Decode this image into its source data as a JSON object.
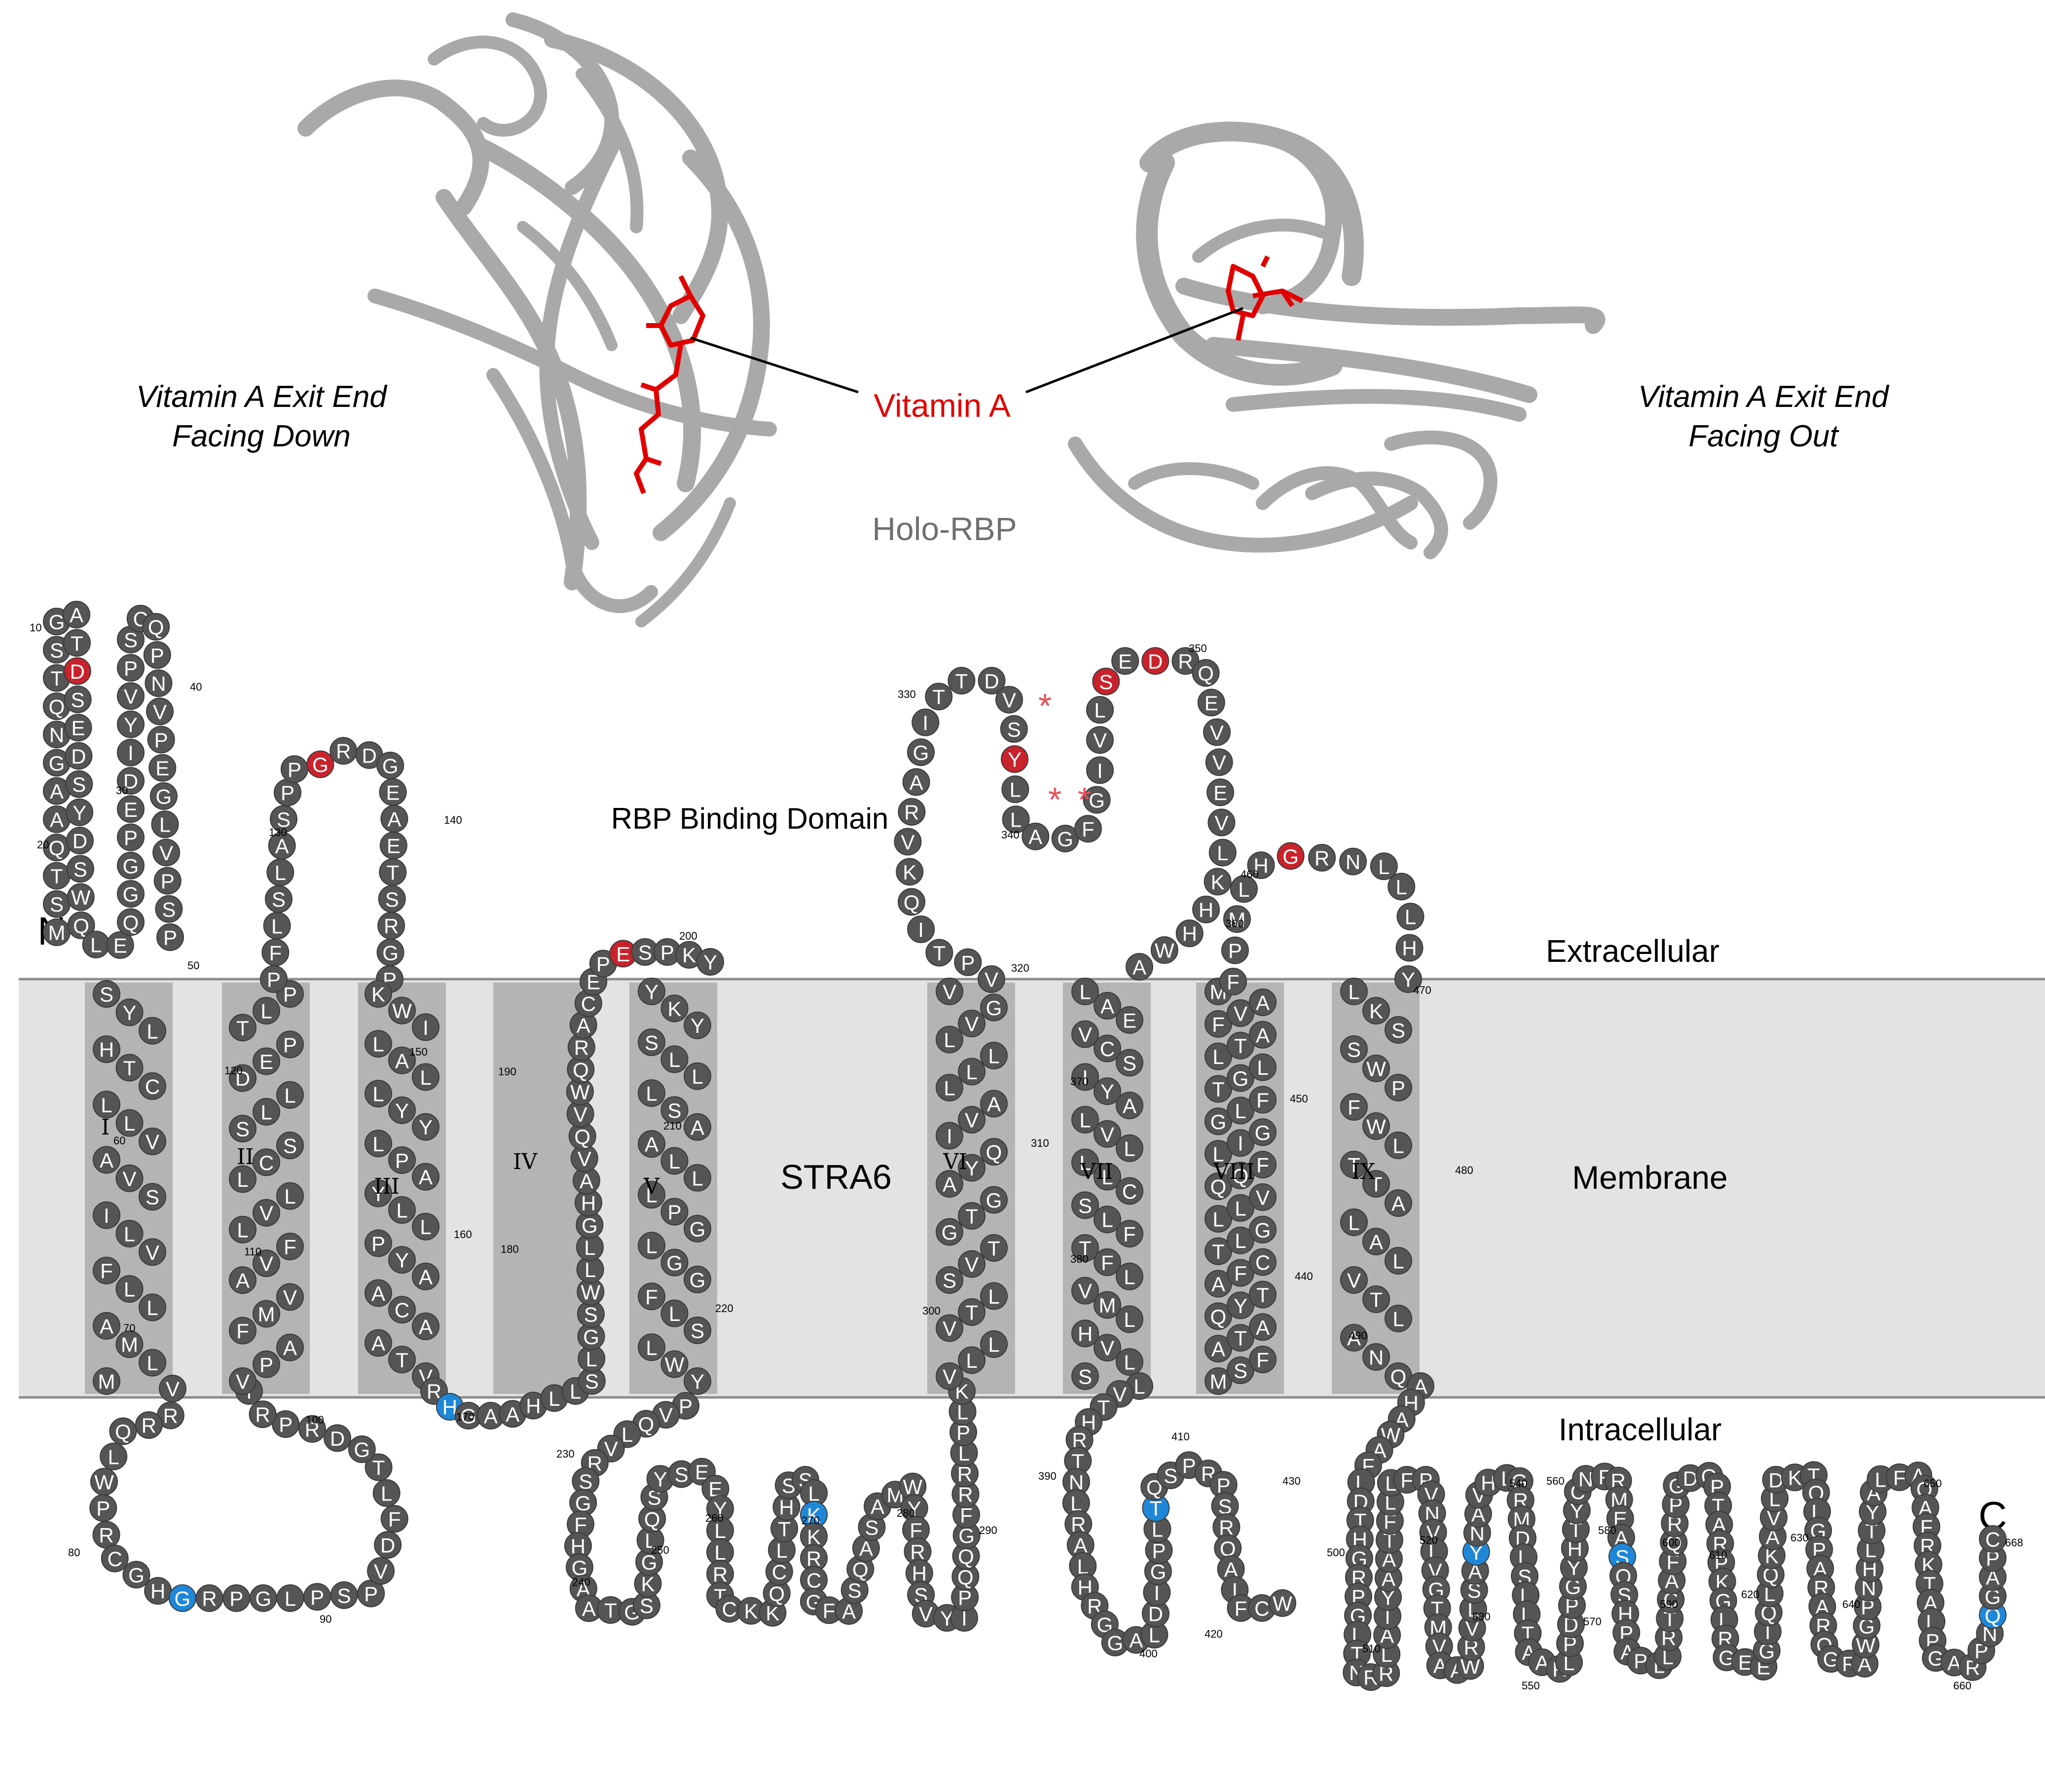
{
  "labels": {
    "exit_down": [
      "Vitamin A Exit End",
      "Facing Down"
    ],
    "exit_out": [
      "Vitamin A Exit End",
      "Facing Out"
    ],
    "vitamin_a": "Vitamin A",
    "holo_rbp": "Holo-RBP",
    "rbp_binding_domain": "RBP Binding Domain",
    "extracellular": "Extracellular",
    "membrane": "Membrane",
    "intracellular": "Intracellular",
    "protein": "STRA6",
    "n_term": "N",
    "c_term": "C"
  },
  "helix_numerals": [
    "I",
    "II",
    "III",
    "IV",
    "V",
    "VI",
    "VII",
    "VIII",
    "IX"
  ],
  "colors": {
    "residue": "#555555",
    "highlight_red": "#c8232c",
    "highlight_blue": "#1f87d8",
    "membrane": "#e3e3e3",
    "helix_band": "#b4b4b4",
    "ribbon": "#a9a9a9",
    "ligand": "#e00000",
    "asterisk": "#e8505a"
  },
  "markers": {
    "asterisk": "*"
  },
  "segments": [
    {
      "id": "n-term",
      "seq": "MSTQAAGNQTSGATDSEDSYDSWQLEQGGPEDIYVPSCQPNVPEGLVPSP"
    },
    {
      "id": "tm1",
      "seq": "SYLHTCLLVAVSILVFLLAMLM"
    },
    {
      "id": "loop-1",
      "seq": "VRRQLWPRCGHGRPGLPSPVDFLTGDRPRT"
    },
    {
      "id": "tm2",
      "seq": "VPAFMVAVFLVLLCSSLLDEPTLP"
    },
    {
      "id": "loop-2",
      "seq": "PFLSLASPPGRDGEAETSRGP"
    },
    {
      "id": "tm3",
      "seq": "KWILALLYYLPAYLLPYAACAATV"
    },
    {
      "id": "loop-3",
      "seq": "RHGAAHLLSLGSWLLGHAVQVWQRACEPESPKY"
    },
    {
      "id": "tm5",
      "seq": "YKYSLLLSAALLLPGLGGFLSLWY"
    },
    {
      "id": "loop-4",
      "seq": "PVQLVRSGFHGAATGSKGLQSYSEEYLLRTCKKQCLTHSSLKKRCGFASQASAMWYFRHSVY"
    },
    {
      "id": "loop-4b",
      "seq": "IPQQGFRRLPLK"
    },
    {
      "id": "tm6",
      "seq": "VLLVTLSVTGTGAYQIVALLLLVGV"
    },
    {
      "id": "loop-5",
      "seq": "VPTIQKVRAGITTDVSYLLAGFGIVLSEDRQEVVEVLKHHWA"
    },
    {
      "id": "tm7",
      "seq": "LAEVCSIYALVLLLCSLFTFLVMLHVLS"
    },
    {
      "id": "loop-6",
      "seq": "LVTHRTNLRALHRGGALDIGPLTQSPRPSRQAIFCW"
    },
    {
      "id": "tm8",
      "seq": "MSFATAQYTAFCTLGLLVQQFLIGGLFTGLLTAFVAM"
    },
    {
      "id": "loop-7",
      "seq": "FPMLHGRNLLLHY"
    },
    {
      "id": "tm9",
      "seq": "LKSSWPFWLTTALALVTLANQ"
    },
    {
      "id": "c-term",
      "seq": "AHAWAFLDTHGRPGLTNRRLAIYAATFLLFPVNVLVGTMVAAWRVLSAYNAVHLGRMDLSLLTAARLPDPGYHTYCNFRMEASQSHPAPLLRTCAFQRPGDQPTARPKGLRGEEGIQLQKAVLDKTQLGPARARQGRAWGPNHLTYALFAQAFRKTALPGARPNQGAPC"
    }
  ],
  "residue_numbers": [
    "10",
    "20",
    "30",
    "40",
    "50",
    "60",
    "70",
    "80",
    "90",
    "100",
    "110",
    "120",
    "130",
    "140",
    "150",
    "160",
    "170",
    "180",
    "190",
    "200",
    "210",
    "220",
    "230",
    "240",
    "250",
    "260",
    "270",
    "280",
    "290",
    "300",
    "310",
    "320",
    "330",
    "340",
    "350",
    "360",
    "370",
    "380",
    "390",
    "400",
    "410",
    "420",
    "430",
    "440",
    "450",
    "460",
    "470",
    "480",
    "490",
    "500",
    "510",
    "520",
    "530",
    "540",
    "550",
    "560",
    "570",
    "580",
    "590",
    "600",
    "610",
    "620",
    "630",
    "640",
    "650",
    "660",
    "668"
  ]
}
